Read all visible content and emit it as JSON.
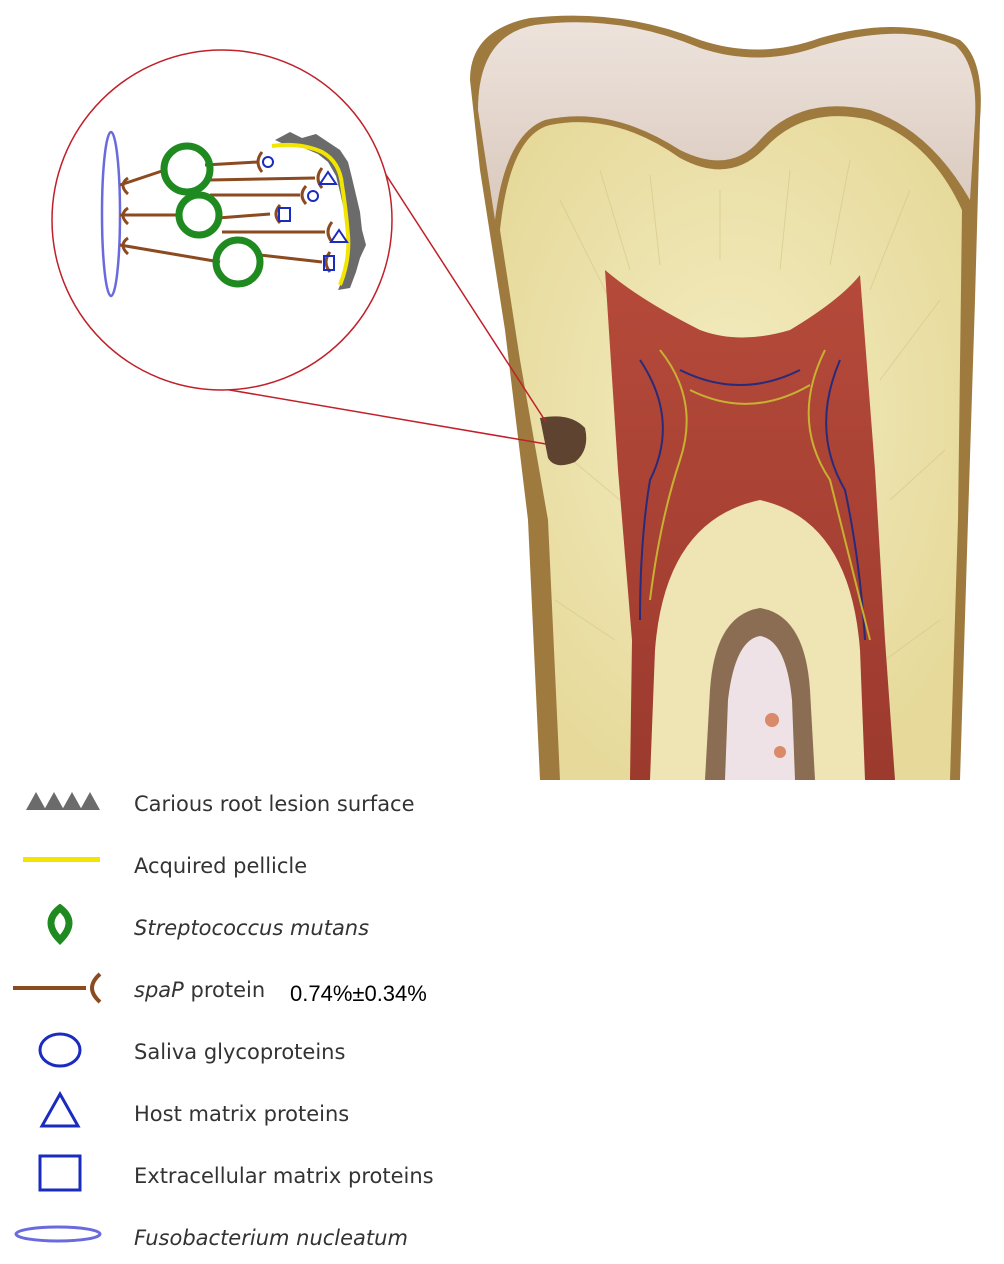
{
  "legend": {
    "items": [
      {
        "icon": "triangles-icon",
        "label": "Carious root lesion surface",
        "italic": false
      },
      {
        "icon": "yellow-line-icon",
        "label": "Acquired pellicle",
        "italic": false
      },
      {
        "icon": "green-ring-icon",
        "label": "Streptococcus mutans",
        "italic": true
      },
      {
        "icon": "brown-fork-icon",
        "label_italic_part": "spaP",
        "label": "protein",
        "value": "0.74%±0.34%"
      },
      {
        "icon": "circle-icon",
        "label": "Saliva glycoproteins",
        "italic": false
      },
      {
        "icon": "triangle-icon",
        "label": "Host matrix proteins",
        "italic": false
      },
      {
        "icon": "square-icon",
        "label": "Extracellular matrix proteins",
        "italic": false
      },
      {
        "icon": "ellipse-icon",
        "label": "Fusobacterium nucleatum",
        "italic": true
      }
    ]
  },
  "colors": {
    "lesion": "#6b6b6b",
    "pellicle": "#f2e600",
    "s_mutans": "#1f8a1f",
    "spap": "#8b4a1f",
    "proteins": "#1a2bbf",
    "fuso": "#6a6adf",
    "zoom_circle": "#c0202a"
  }
}
